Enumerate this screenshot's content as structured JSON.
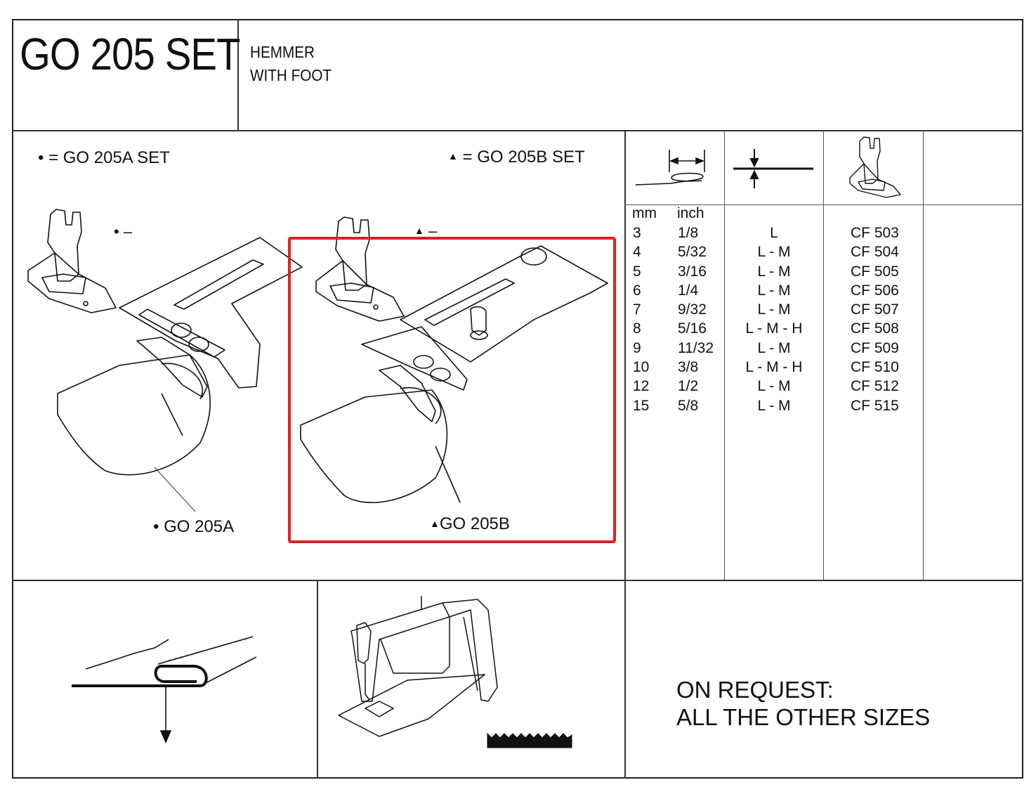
{
  "header": {
    "title": "GO 205 SET",
    "subtitle_line1": "HEMMER",
    "subtitle_line2": "WITH FOOT"
  },
  "legend": {
    "a": "• = GO 205A SET",
    "b": "= GO 205B SET",
    "part_a_mark": "• –",
    "part_b_mark": "–"
  },
  "figures": {
    "label_a": "• GO 205A",
    "label_b": "GO 205B"
  },
  "table": {
    "col_mm": "mm",
    "col_inch": "inch",
    "rows": [
      {
        "mm": "3",
        "inch": "1/8",
        "type": "L",
        "foot": "CF 503"
      },
      {
        "mm": "4",
        "inch": "5/32",
        "type": "L - M",
        "foot": "CF 504"
      },
      {
        "mm": "5",
        "inch": "3/16",
        "type": "L - M",
        "foot": "CF 505"
      },
      {
        "mm": "6",
        "inch": "1/4",
        "type": "L - M",
        "foot": "CF 506"
      },
      {
        "mm": "7",
        "inch": "9/32",
        "type": "L - M",
        "foot": "CF 507"
      },
      {
        "mm": "8",
        "inch": "5/16",
        "type": "L - M - H",
        "foot": "CF 508"
      },
      {
        "mm": "9",
        "inch": "11/32",
        "type": "L - M",
        "foot": "CF 509"
      },
      {
        "mm": "10",
        "inch": "3/8",
        "type": "L - M - H",
        "foot": "CF 510"
      },
      {
        "mm": "12",
        "inch": "1/2",
        "type": "L - M",
        "foot": "CF 512"
      },
      {
        "mm": "15",
        "inch": "5/8",
        "type": "L - M",
        "foot": "CF 515"
      }
    ]
  },
  "footer": {
    "request_line1": "ON REQUEST:",
    "request_line2": "ALL THE OTHER SIZES"
  },
  "icons": [
    "hem-width-icon",
    "material-thickness-icon",
    "presser-foot-icon",
    "folded-hem-icon",
    "sewing-machine-icon",
    "feed-dog-icon",
    "hemmer-attachment-icon"
  ],
  "colors": {
    "highlight": "#e02020",
    "lines": "#222222"
  }
}
